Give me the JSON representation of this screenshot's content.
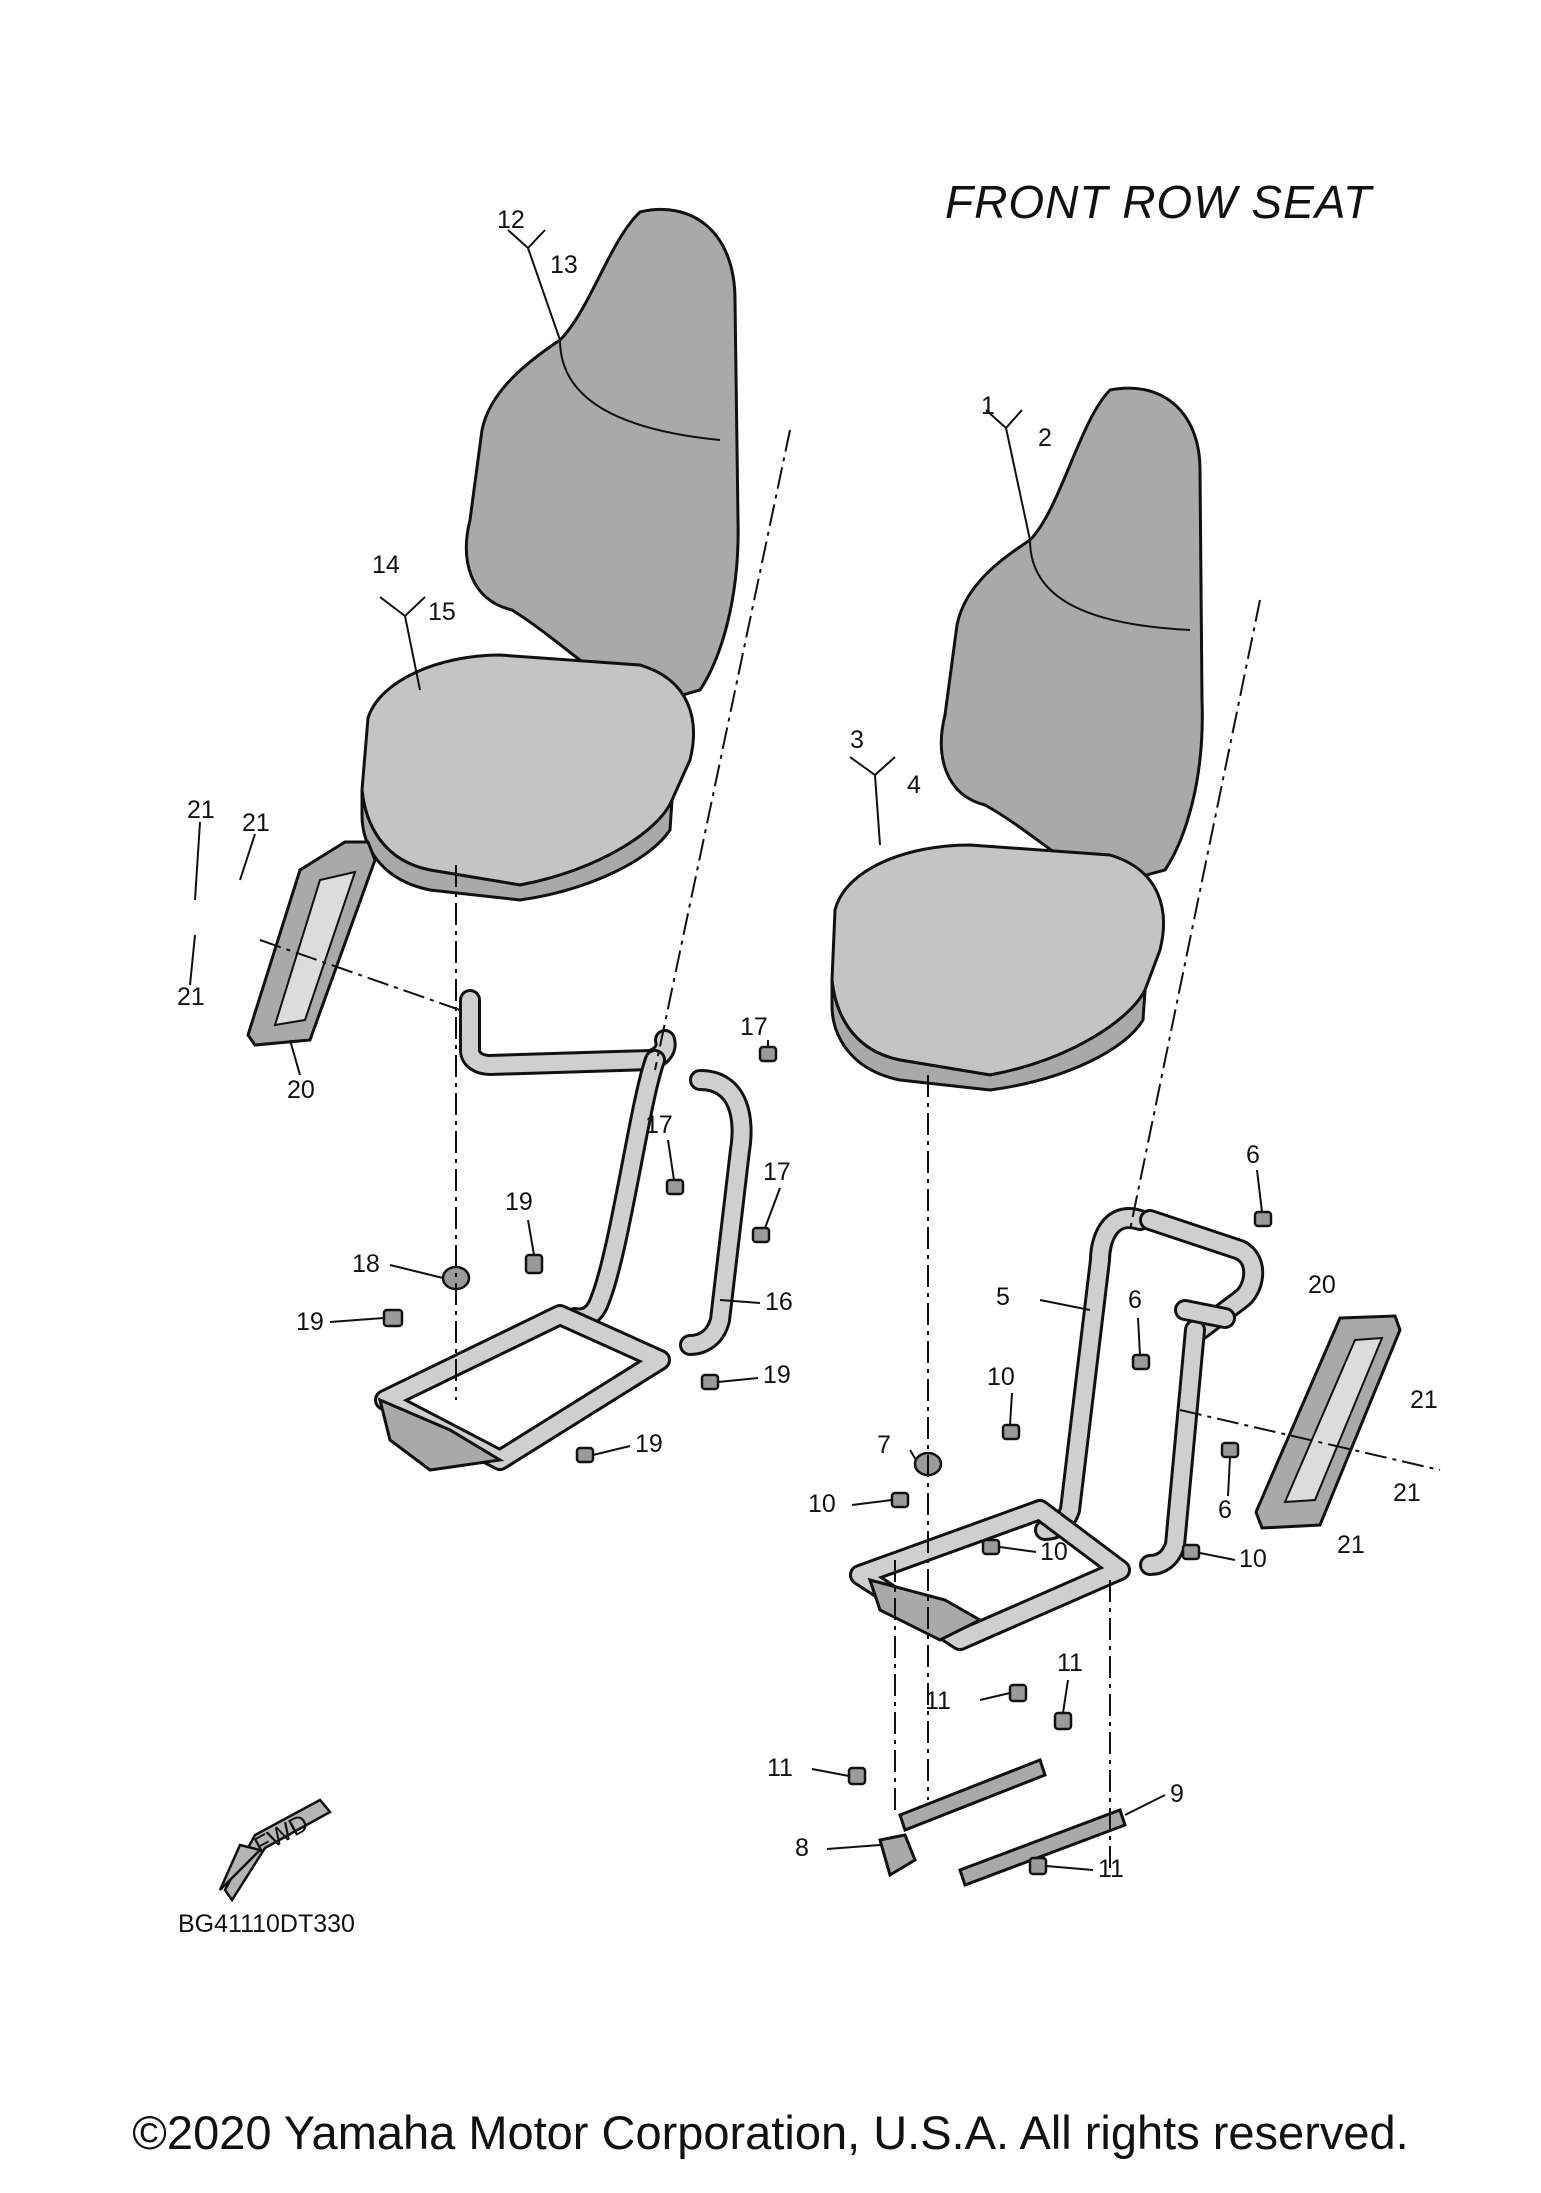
{
  "title": "FRONT ROW SEAT",
  "drawing_code": "BG41110DT330",
  "fwd_label": "FWD",
  "copyright": "©2020 Yamaha Motor Corporation, U.S.A. All rights reserved.",
  "callouts": {
    "c1": "1",
    "c2": "2",
    "c3": "3",
    "c4": "4",
    "c5": "5",
    "c6a": "6",
    "c6b": "6",
    "c6c": "6",
    "c7": "7",
    "c8": "8",
    "c9": "9",
    "c10a": "10",
    "c10b": "10",
    "c10c": "10",
    "c10d": "10",
    "c11a": "11",
    "c11b": "11",
    "c11c": "11",
    "c11d": "11",
    "c12": "12",
    "c13": "13",
    "c14": "14",
    "c15": "15",
    "c16": "16",
    "c17a": "17",
    "c17b": "17",
    "c17c": "17",
    "c18": "18",
    "c19a": "19",
    "c19b": "19",
    "c19c": "19",
    "c19d": "19",
    "c20a": "20",
    "c20b": "20",
    "c21a": "21",
    "c21b": "21",
    "c21c": "21",
    "c21d": "21",
    "c21e": "21"
  }
}
